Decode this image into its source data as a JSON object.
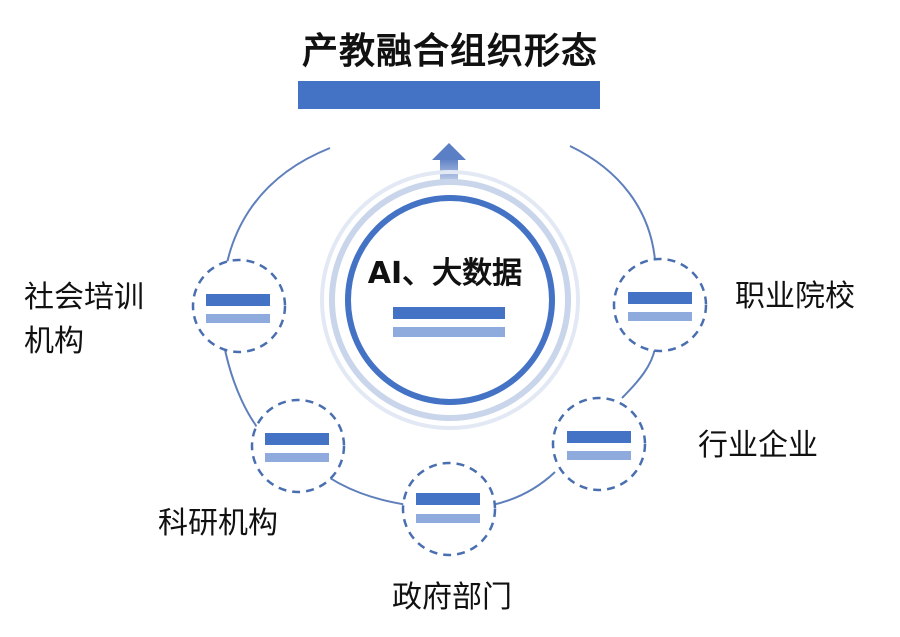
{
  "title": "产教融合组织形态",
  "center": {
    "label": "AI、大数据"
  },
  "nodes": [
    {
      "id": "social-training",
      "label_line1": "社会培训",
      "label_line2": "机构"
    },
    {
      "id": "research",
      "label": "科研机构"
    },
    {
      "id": "government",
      "label": "政府部门"
    },
    {
      "id": "industry",
      "label": "行业企业"
    },
    {
      "id": "vocational",
      "label": "职业院校"
    }
  ],
  "colors": {
    "primary": "#4472C4",
    "light": "#8FAADC",
    "ring": "#C9D5EA",
    "dash": "#4A6FB0"
  }
}
